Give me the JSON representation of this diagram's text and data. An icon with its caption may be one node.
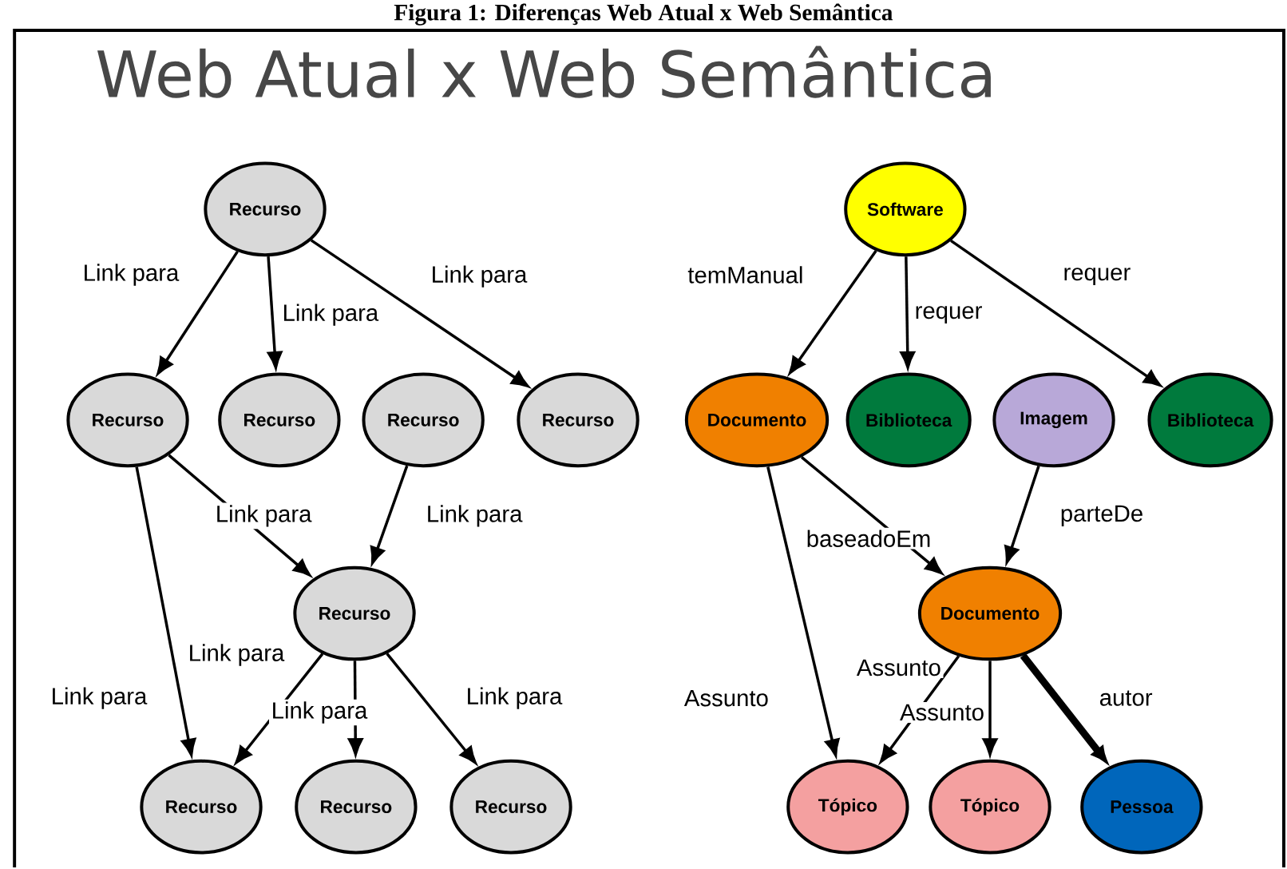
{
  "diagram": {
    "title": "Web Atual x Web Semântica",
    "caption": "Figura 1: Diferenças Web Atual x Web Semântica",
    "nodes": [
      {
        "text": [
          "Recurso"
        ]
      },
      {
        "text": [
          "Recurso"
        ]
      },
      {
        "text": [
          "Recurso"
        ]
      },
      {
        "text": [
          "Recurso"
        ]
      },
      {
        "text": [
          "Recurso"
        ]
      },
      {
        "text": [
          "Recurso"
        ]
      },
      {
        "text": [
          "Recurso"
        ]
      },
      {
        "text": [
          "Recurso"
        ]
      },
      {
        "text": [
          "Recurso"
        ]
      },
      {
        "text": [
          "Software"
        ]
      },
      {
        "text": [
          "Documento"
        ]
      },
      {
        "text": [
          "Biblioteca"
        ]
      },
      {
        "text": [
          "Imagem"
        ]
      },
      {
        "text": [
          "Biblioteca"
        ]
      },
      {
        "text": [
          "Documento"
        ]
      },
      {
        "text": [
          "Tópico"
        ]
      },
      {
        "text": [
          "Tópico"
        ]
      },
      {
        "text": [
          "Pessoa"
        ]
      }
    ],
    "edges": [
      {
        "from": 0,
        "to": 1,
        "arrow": "to",
        "label": "Link para"
      },
      {
        "from": 0,
        "to": 2,
        "arrow": "to",
        "label": "Link para"
      },
      {
        "from": 0,
        "to": 4,
        "arrow": "to",
        "label": "Link para"
      },
      {
        "from": 1,
        "to": 5,
        "arrow": "to",
        "label": "Link para"
      },
      {
        "from": 3,
        "to": 5,
        "arrow": "to",
        "label": "Link para"
      },
      {
        "from": 1,
        "to": 6,
        "arrow": "to",
        "label": "Link para"
      },
      {
        "from": 5,
        "to": 6,
        "arrow": "to",
        "label": "Link para"
      },
      {
        "from": 5,
        "to": 7,
        "arrow": "to",
        "label": "Link para"
      },
      {
        "from": 5,
        "to": 8,
        "arrow": "to",
        "label": "Link para"
      },
      {
        "from": 9,
        "to": 10,
        "arrow": "to",
        "label": "temManual"
      },
      {
        "from": 9,
        "to": 11,
        "arrow": "to",
        "label": "requer"
      },
      {
        "from": 9,
        "to": 13,
        "arrow": "to",
        "label": "requer"
      },
      {
        "from": 10,
        "to": 14,
        "arrow": "to",
        "label": "baseadoEm"
      },
      {
        "from": 12,
        "to": 14,
        "arrow": "to",
        "label": "parteDe"
      },
      {
        "from": 10,
        "to": 15,
        "arrow": "to",
        "label": "Assunto"
      },
      {
        "from": 14,
        "to": 15,
        "arrow": "to",
        "label": "Assunto"
      },
      {
        "from": 14,
        "to": 16,
        "arrow": "to",
        "label": "Assunto"
      },
      {
        "from": 14,
        "to": 17,
        "arrow": "to",
        "label": "autor",
        "style": "thick"
      }
    ]
  }
}
